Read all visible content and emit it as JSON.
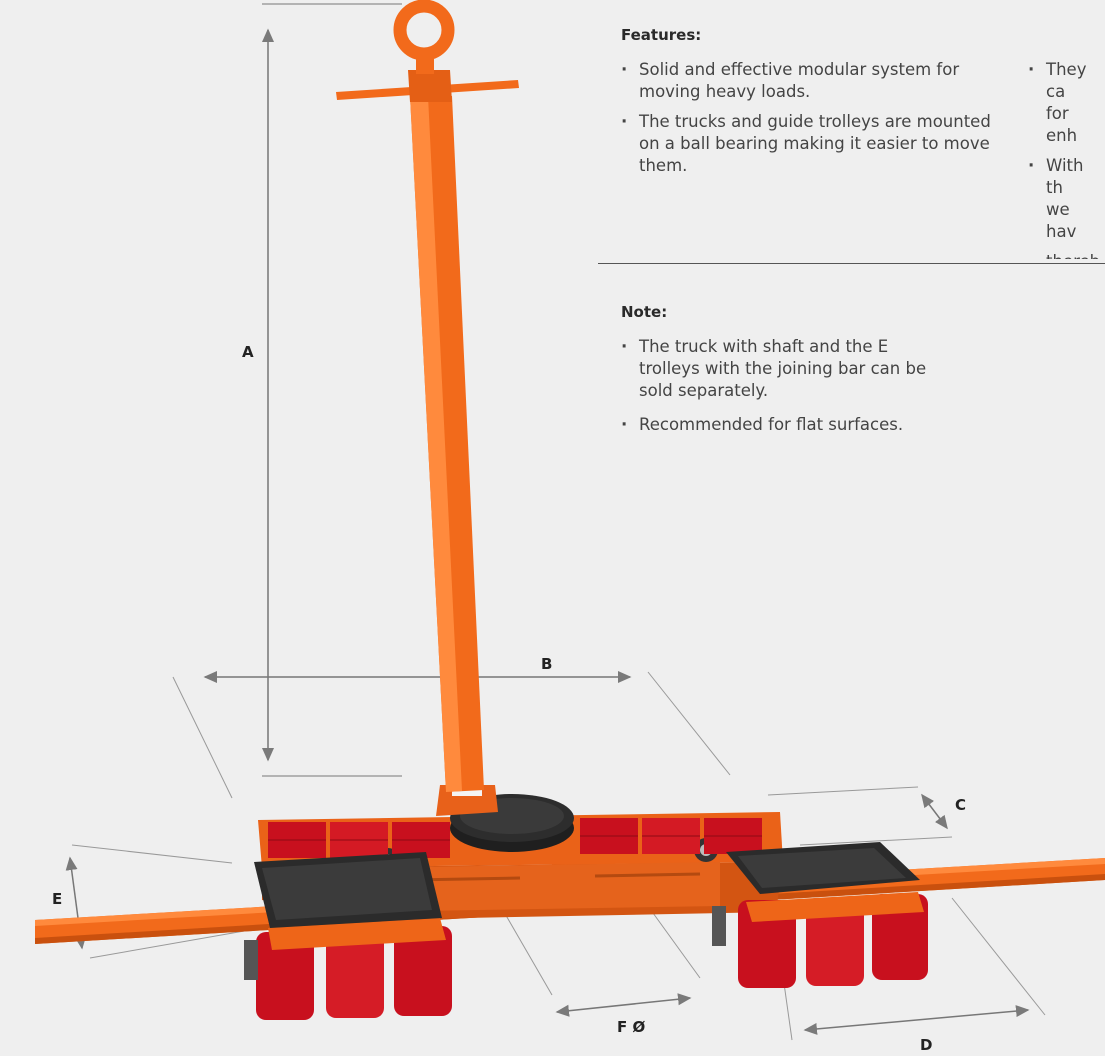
{
  "features": {
    "title": "Features:",
    "left_items": [
      "Solid and effective modular system for moving heavy loads.",
      "The trucks and guide trolleys are mounted on a ball bearing making it easier to move them."
    ],
    "right_items": [
      "They ca for enh",
      "With th we hav",
      "thereb moved"
    ]
  },
  "note": {
    "title": "Note:",
    "items": [
      "The truck with shaft and the E trolleys with the joining bar can be sold separately.",
      "Recommended for flat surfaces."
    ]
  },
  "dimensions": {
    "a": "A",
    "b": "B",
    "c": "C",
    "d": "D",
    "e": "E",
    "f": "F Ø"
  },
  "colors": {
    "background": "#efefef",
    "frame_orange": "#f26a1b",
    "roller_red": "#c8101e",
    "pad_black": "#2b2b2b",
    "dimension_line": "#8a8a8a"
  }
}
